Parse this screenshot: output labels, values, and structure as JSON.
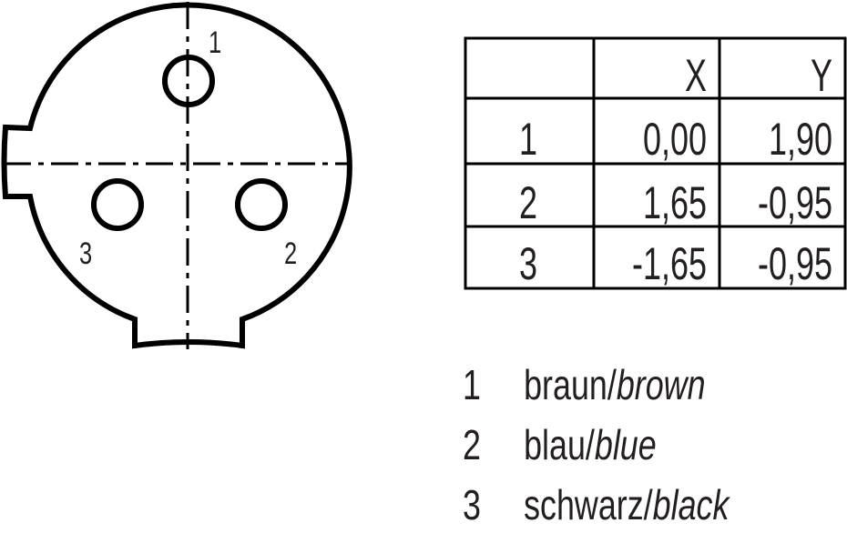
{
  "connector": {
    "pin_labels": [
      "1",
      "2",
      "3"
    ]
  },
  "table": {
    "headers": [
      "",
      "X",
      "Y"
    ],
    "rows": [
      {
        "pin": "1",
        "x": "0,00",
        "y": "1,90"
      },
      {
        "pin": "2",
        "x": "1,65",
        "y": "-0,95"
      },
      {
        "pin": "3",
        "x": "-1,65",
        "y": "-0,95"
      }
    ]
  },
  "legend": [
    {
      "num": "1",
      "de": "braun/",
      "en": "brown"
    },
    {
      "num": "2",
      "de": "blau/",
      "en": "blue"
    },
    {
      "num": "3",
      "de": "schwarz/",
      "en": "black"
    }
  ]
}
